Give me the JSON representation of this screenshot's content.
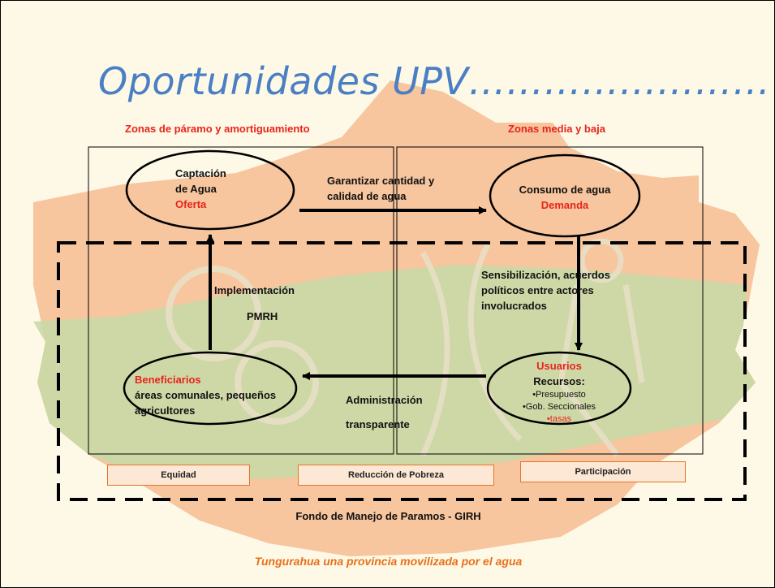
{
  "slide": {
    "title": "Oportunidades  UPV……………………",
    "zones": {
      "left": "Zonas de páramo y amortiguamiento",
      "right": "Zonas media y baja"
    },
    "nodes": {
      "captacion": {
        "line1": "Captación",
        "line2": "de Agua",
        "highlight": "Oferta"
      },
      "consumo": {
        "line1": "Consumo de agua",
        "highlight": "Demanda"
      },
      "usuarios": {
        "highlight": "Usuarios",
        "subtitle": "Recursos:",
        "items": [
          "•Presupuesto",
          "•Gob. Seccionales",
          "•tasas"
        ]
      },
      "beneficiarios": {
        "highlight": "Beneficiarios",
        "text": "áreas comunales, pequeños agricultores"
      }
    },
    "arrows": {
      "top_label": "Garantizar cantidad y calidad de agua",
      "right_label": "Sensibilización, acuerdos políticos entre actores involucrados",
      "bottom_label_1": "Administración",
      "bottom_label_2": "transparente",
      "left_label_1": "Implementación",
      "left_label_2": "PMRH"
    },
    "badges": [
      "Equidad",
      "Reducción de Pobreza",
      "Participación"
    ],
    "footer": "Fondo de Manejo de Paramos - GIRH",
    "tagline": "Tungurahua una provincia movilizada por el agua"
  },
  "colors": {
    "title": "#4a7fc4",
    "accent_red": "#e8241c",
    "tagline_orange": "#e8701a",
    "map_orange": "#f6bf96",
    "map_green": "#c9d9a6"
  }
}
